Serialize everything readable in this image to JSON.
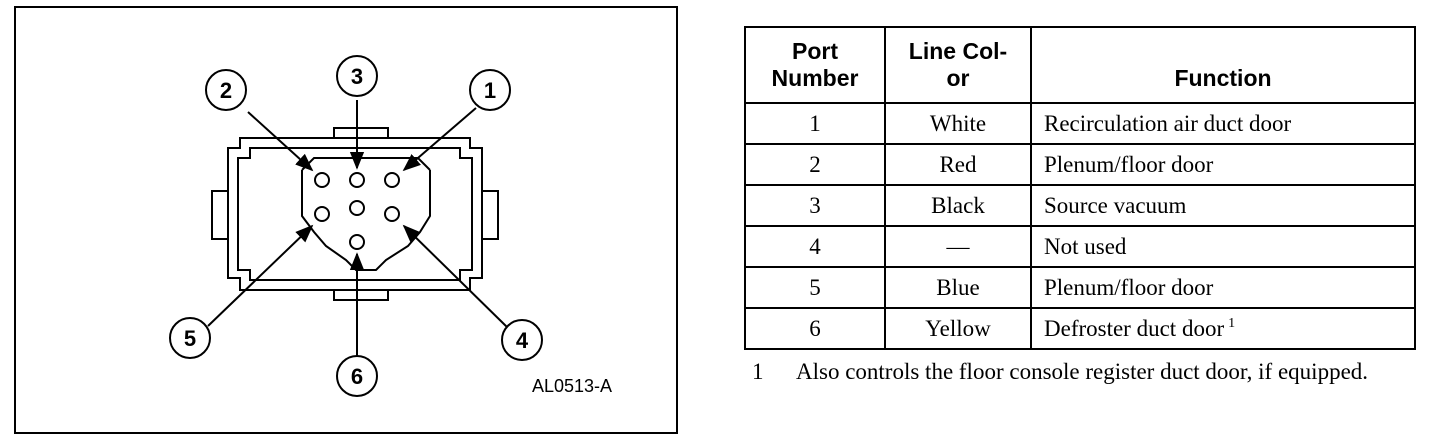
{
  "figure": {
    "code": "AL0513-A",
    "callouts": [
      "1",
      "2",
      "3",
      "4",
      "5",
      "6"
    ]
  },
  "table": {
    "headers": {
      "port_line1": "Port",
      "port_line2": "Number",
      "color_line1": "Line Col-",
      "color_line2": "or",
      "function": "Function"
    },
    "rows": [
      {
        "port": "1",
        "color": "White",
        "function": "Recirculation air duct door",
        "note": ""
      },
      {
        "port": "2",
        "color": "Red",
        "function": "Plenum/floor door",
        "note": ""
      },
      {
        "port": "3",
        "color": "Black",
        "function": "Source vacuum",
        "note": ""
      },
      {
        "port": "4",
        "color": "—",
        "function": "Not used",
        "note": ""
      },
      {
        "port": "5",
        "color": "Blue",
        "function": "Plenum/floor door",
        "note": ""
      },
      {
        "port": "6",
        "color": "Yellow",
        "function": "Defroster duct door",
        "note": "1"
      }
    ]
  },
  "footnote": {
    "number": "1",
    "text": "Also controls the floor console register duct door, if equipped."
  }
}
